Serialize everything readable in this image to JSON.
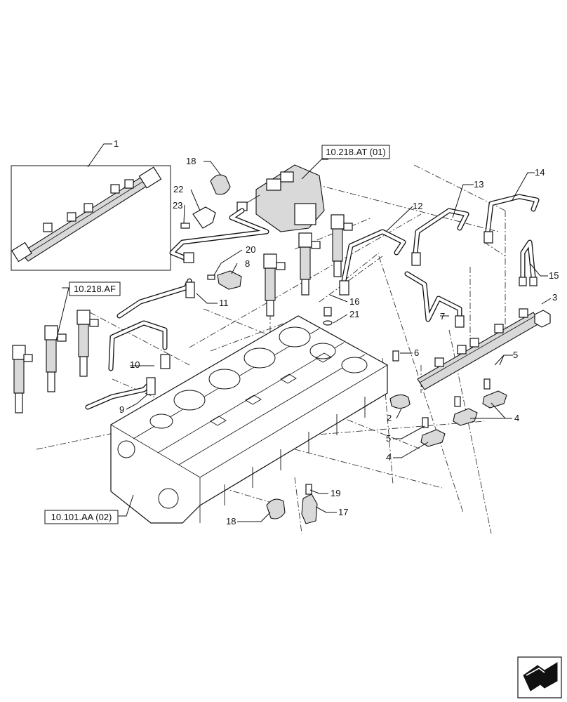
{
  "callouts": {
    "c1": "1",
    "c2": "2",
    "c3": "3",
    "c4a": "4",
    "c4b": "4",
    "c5a": "5",
    "c5b": "5",
    "c6": "6",
    "c7": "7",
    "c8": "8",
    "c9": "9",
    "c10": "10",
    "c11": "11",
    "c12": "12",
    "c13": "13",
    "c14": "14",
    "c15": "15",
    "c16": "16",
    "c17": "17",
    "c18a": "18",
    "c18b": "18",
    "c19": "19",
    "c20": "20",
    "c21": "21",
    "c22": "22",
    "c23": "23"
  },
  "references": {
    "pump_ref": "10.218.AT (01)",
    "injector_ref": "10.218.AF",
    "head_ref": "10.101.AA (02)"
  },
  "icons": {
    "nav": "arrow-navigation-icon"
  }
}
